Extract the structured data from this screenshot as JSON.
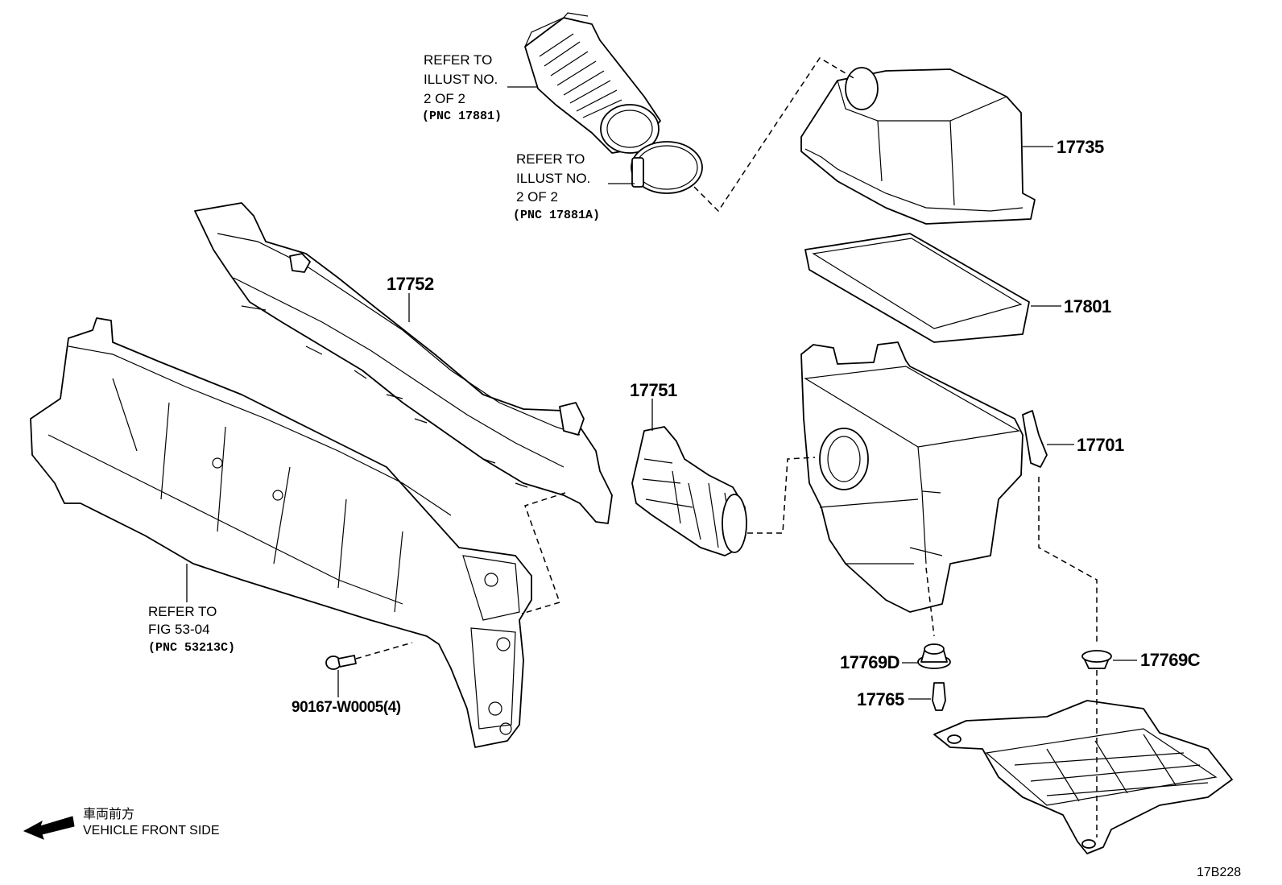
{
  "labels": {
    "refer_hose_1": [
      "REFER TO",
      "ILLUST NO.",
      "2 OF 2",
      "(PNC 17881)"
    ],
    "refer_clamp": [
      "REFER TO",
      "ILLUST NO.",
      "2 OF 2",
      "(PNC 17881A)"
    ],
    "refer_fig": [
      "REFER TO",
      "FIG 53-04",
      "(PNC 53213C)"
    ],
    "pn_17735": "17735",
    "pn_17801": "17801",
    "pn_17752": "17752",
    "pn_17751": "17751",
    "pn_17701": "17701",
    "pn_17769D": "17769D",
    "pn_17769C": "17769C",
    "pn_17765": "17765",
    "pn_90167": "90167-W0005(4)",
    "front_jp": "車両前方",
    "front_en": "VEHICLE FRONT SIDE",
    "drawing_id": "17B228"
  }
}
